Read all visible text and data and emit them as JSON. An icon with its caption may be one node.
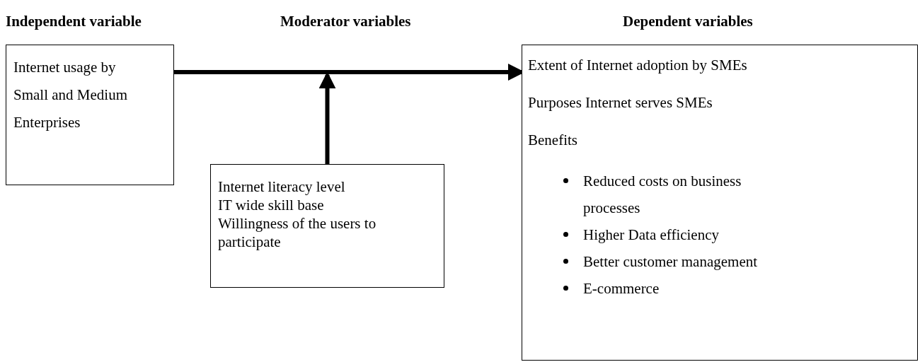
{
  "diagram": {
    "nodes": [
      {
        "text": [
          "Internet usage by Small and Medium Enterprises"
        ]
      },
      {
        "text": [
          "Internet literacy level",
          "IT wide skill base",
          "Willingness of the users to participate"
        ]
      },
      {
        "text": [
          "Extent of Internet adoption by SMEs",
          "Purposes Internet serves SMEs",
          "Benefits",
          "Reduced costs on business processes",
          "Higher Data efficiency",
          "Better customer management",
          "E-commerce"
        ]
      }
    ],
    "edges": [
      {
        "from": 0,
        "to": 2,
        "arrow": "to"
      },
      {
        "from": 1,
        "to": null,
        "arrow": "to"
      }
    ],
    "labels": [
      "Independent variable",
      "Moderator variables",
      "Dependent variables"
    ]
  }
}
